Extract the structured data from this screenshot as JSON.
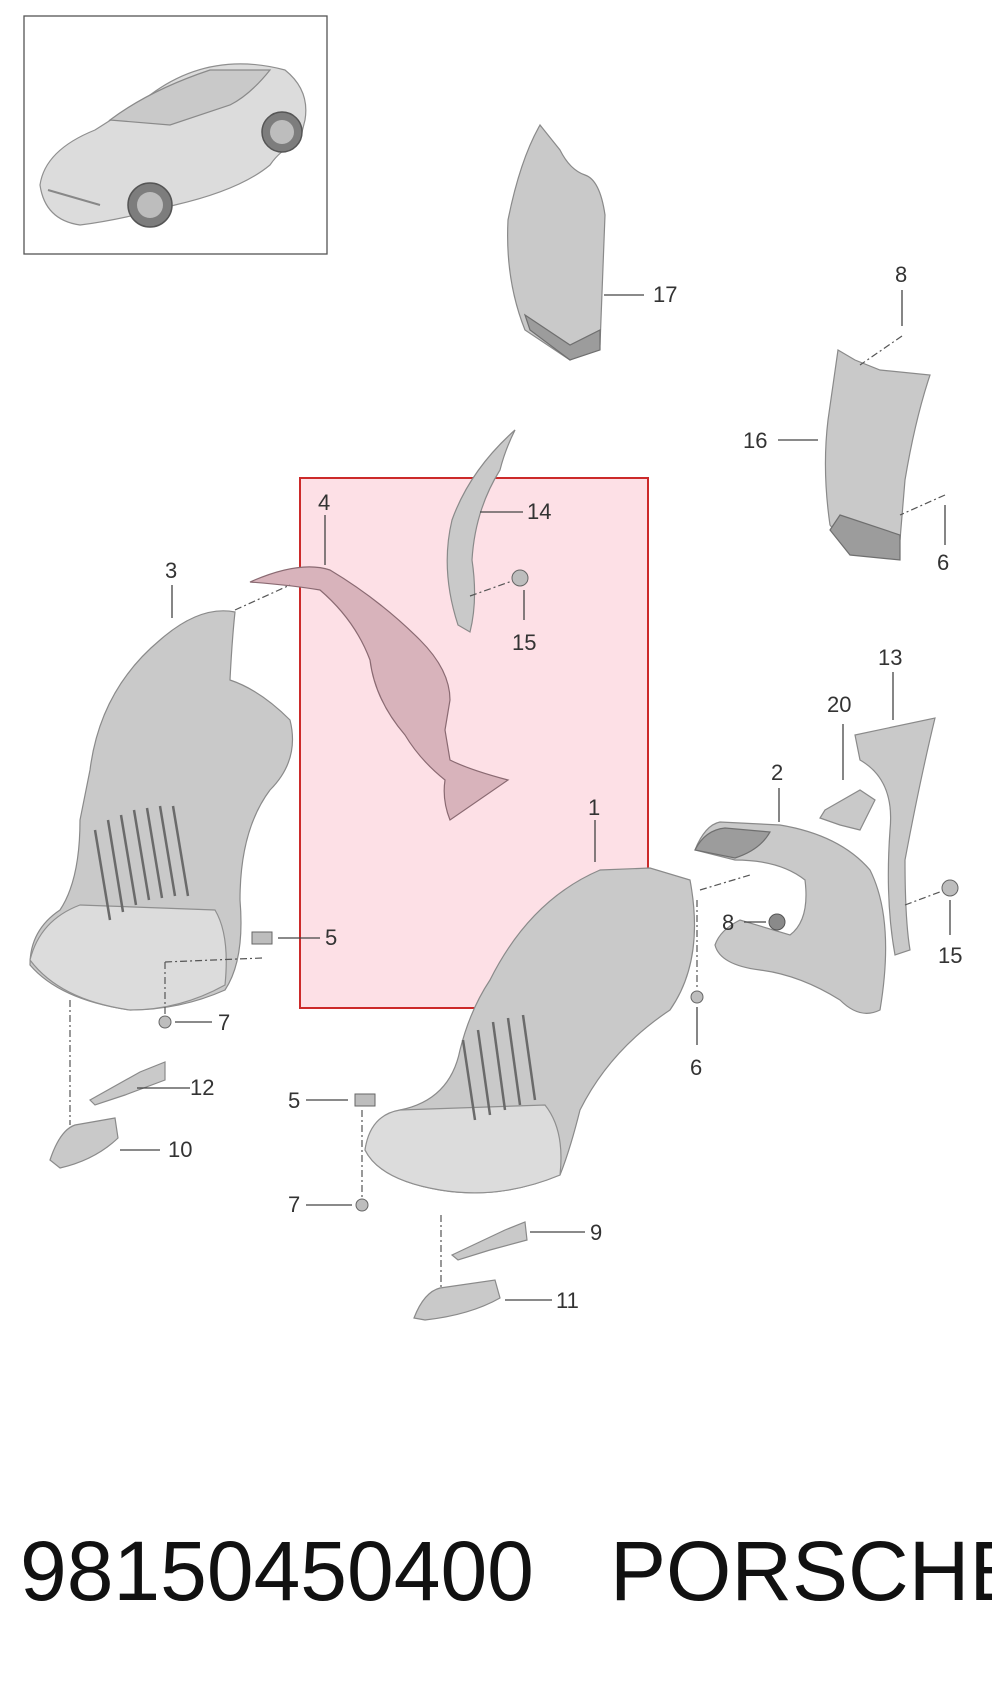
{
  "footer": {
    "part_number": "98150450400",
    "brand": "PORSCHE"
  },
  "callouts": {
    "c1": "1",
    "c2": "2",
    "c3": "3",
    "c4": "4",
    "c5a": "5",
    "c5b": "5",
    "c6a": "6",
    "c6b": "6",
    "c7a": "7",
    "c7b": "7",
    "c8a": "8",
    "c8b": "8",
    "c9": "9",
    "c10": "10",
    "c11": "11",
    "c12": "12",
    "c13": "13",
    "c14": "14",
    "c15a": "15",
    "c15b": "15",
    "c16": "16",
    "c17": "17",
    "c20": "20"
  },
  "highlight": {
    "fill": "#fde0e6",
    "stroke": "#cc2a2a",
    "highlighted_part": "4"
  }
}
